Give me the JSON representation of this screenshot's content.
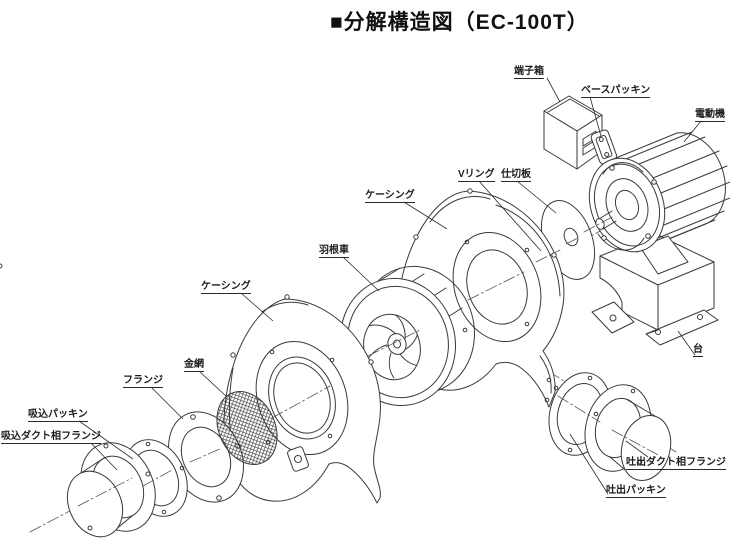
{
  "title": "■分解構造図（EC-100T）",
  "ink_color": "#3a3a3a",
  "diagram": {
    "type": "exploded-view-technical-drawing",
    "subject": "centrifugal electric blower EC-100T",
    "parts": [
      {
        "id": "terminal-box",
        "label": "端子箱"
      },
      {
        "id": "base-packing",
        "label": "ベースパッキン"
      },
      {
        "id": "motor",
        "label": "電動機"
      },
      {
        "id": "v-ring",
        "label": "Vリング"
      },
      {
        "id": "partition-plate",
        "label": "仕切板"
      },
      {
        "id": "casing-rear",
        "label": "ケーシング"
      },
      {
        "id": "impeller",
        "label": "羽根車"
      },
      {
        "id": "casing-front",
        "label": "ケーシング"
      },
      {
        "id": "wire-mesh",
        "label": "金網"
      },
      {
        "id": "flange",
        "label": "フランジ"
      },
      {
        "id": "suction-packing",
        "label": "吸込パッキン"
      },
      {
        "id": "suction-duct-flange",
        "label": "吸込ダクト相フランジ"
      },
      {
        "id": "discharge-duct-flange",
        "label": "吐出ダクト相フランジ"
      },
      {
        "id": "discharge-packing",
        "label": "吐出パッキン"
      },
      {
        "id": "stand",
        "label": "台"
      }
    ]
  }
}
